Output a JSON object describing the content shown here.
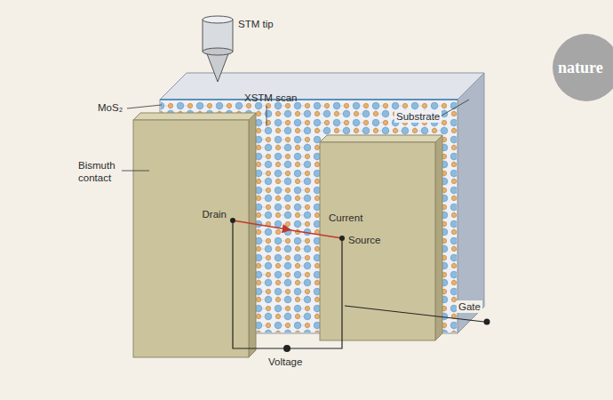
{
  "diagram": {
    "nodes": [
      {
        "text": [
          "nature"
        ]
      }
    ],
    "labels": [
      "STM tip",
      "XSTM scan",
      "Substrate",
      "MoS₂",
      "Bismuth contact",
      "Drain",
      "Current",
      "Source",
      "Gate",
      "Voltage"
    ]
  }
}
